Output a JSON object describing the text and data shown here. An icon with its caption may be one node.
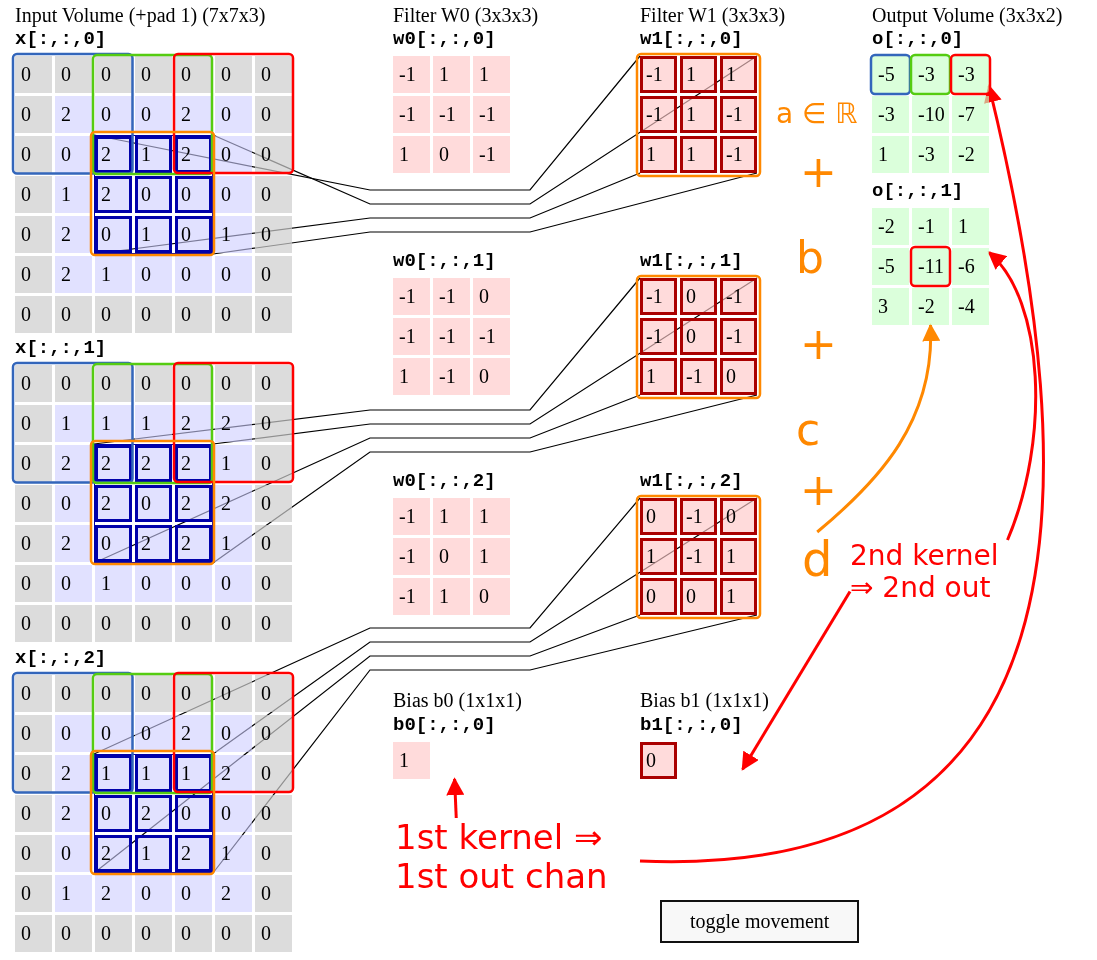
{
  "diagram": {
    "nodes": [
      {
        "text": [
          "x[:,:,0]",
          "0",
          "0",
          "0",
          "0",
          "0",
          "0",
          "0",
          "0",
          "2",
          "0",
          "0",
          "2",
          "0",
          "0",
          "0",
          "0",
          "0",
          "0",
          "0",
          "1",
          "0",
          "0",
          "0",
          "2",
          "1",
          "0",
          "0",
          "2",
          "1",
          "0",
          "0",
          "0",
          "0",
          "0",
          "0",
          "0",
          "0",
          "0",
          "0",
          "0"
        ]
      },
      {
        "text": [
          "2",
          "1",
          "2",
          "2",
          "0",
          "0",
          "0",
          "1",
          "0"
        ],
        "in": 0
      },
      {
        "text": [
          "x[:,:,1]",
          "0",
          "0",
          "0",
          "0",
          "0",
          "0",
          "0",
          "0",
          "1",
          "1",
          "1",
          "2",
          "2",
          "0",
          "0",
          "2",
          "1",
          "0",
          "0",
          "0",
          "2",
          "0",
          "0",
          "2",
          "1",
          "0",
          "0",
          "0",
          "1",
          "0",
          "0",
          "0",
          "0",
          "0",
          "0",
          "0",
          "0",
          "0",
          "0",
          "0"
        ]
      },
      {
        "text": [
          "2",
          "2",
          "2",
          "2",
          "0",
          "2",
          "0",
          "2",
          "2"
        ],
        "in": 2
      },
      {
        "text": [
          "x[:,:,2]",
          "0",
          "0",
          "0",
          "0",
          "0",
          "0",
          "0",
          "0",
          "0",
          "0",
          "0",
          "2",
          "0",
          "0",
          "0",
          "2",
          "2",
          "0",
          "0",
          "2",
          "0",
          "0",
          "0",
          "0",
          "1",
          "0",
          "0",
          "1",
          "2",
          "0",
          "0",
          "2",
          "0",
          "0",
          "0",
          "0",
          "0",
          "0",
          "0",
          "0"
        ]
      },
      {
        "text": [
          "1",
          "1",
          "1",
          "0",
          "2",
          "0",
          "2",
          "1",
          "2"
        ],
        "in": 4
      },
      {
        "text": [
          "w0[:,:,0]",
          "-1",
          "1",
          "1",
          "-1",
          "-1",
          "-1",
          "1",
          "0",
          "-1"
        ]
      },
      {
        "text": [
          "w0[:,:,1]",
          "-1",
          "-1",
          "0",
          "-1",
          "-1",
          "-1",
          "1",
          "-1",
          "0"
        ]
      },
      {
        "text": [
          "w0[:,:,2]",
          "-1",
          "1",
          "1",
          "-1",
          "0",
          "1",
          "-1",
          "1",
          "0"
        ]
      },
      {
        "text": [
          "b0[:,:,0]",
          "1"
        ]
      },
      {
        "text": [
          "w1[:,:,0]",
          "-1",
          "1",
          "1",
          "-1",
          "1",
          "-1",
          "1",
          "1",
          "-1"
        ]
      },
      {
        "text": [
          "w1[:,:,1]",
          "-1",
          "0",
          "-1",
          "-1",
          "0",
          "-1",
          "1",
          "-1",
          "0"
        ]
      },
      {
        "text": [
          "w1[:,:,2]",
          "0",
          "-1",
          "0",
          "1",
          "-1",
          "1",
          "0",
          "0",
          "1"
        ]
      },
      {
        "text": [
          "b1[:,:,0]",
          "0"
        ]
      },
      {
        "text": [
          "o[:,:,0]",
          "-5",
          "-3",
          "-3",
          "-3",
          "-10",
          "-7",
          "1",
          "-3",
          "-2"
        ]
      },
      {
        "text": [
          "o[:,:,1]",
          "-2",
          "-1",
          "1",
          "-5",
          "-11",
          "-6",
          "3",
          "-2",
          "-4"
        ]
      },
      {
        "text": [
          "d"
        ]
      },
      {
        "text": [
          "1st kernel ⇒ 1st out chan"
        ]
      },
      {
        "text": [
          "2nd kernel ⇒ 2nd out"
        ]
      }
    ],
    "edges": [
      {
        "from": 1,
        "to": 10,
        "arrow": "none"
      },
      {
        "from": 1,
        "to": 10,
        "arrow": "none"
      },
      {
        "from": 1,
        "to": 10,
        "arrow": "none"
      },
      {
        "from": 1,
        "to": 10,
        "arrow": "none"
      },
      {
        "from": 3,
        "to": 11,
        "arrow": "none"
      },
      {
        "from": 3,
        "to": 11,
        "arrow": "none"
      },
      {
        "from": 3,
        "to": 11,
        "arrow": "none"
      },
      {
        "from": 3,
        "to": 11,
        "arrow": "none"
      },
      {
        "from": 5,
        "to": 12,
        "arrow": "none"
      },
      {
        "from": 5,
        "to": 12,
        "arrow": "none"
      },
      {
        "from": 5,
        "to": 12,
        "arrow": "none"
      },
      {
        "from": 5,
        "to": 12,
        "arrow": "none"
      },
      {
        "from": 16,
        "to": 15,
        "arrow": "to",
        "style": "thick",
        "color": "#ff8800"
      },
      {
        "from": 17,
        "to": 9,
        "arrow": "to",
        "style": "thick",
        "color": "#ff0000"
      },
      {
        "from": 17,
        "to": 14,
        "arrow": "to",
        "style": "thick",
        "color": "#ff0000"
      },
      {
        "from": 18,
        "to": 13,
        "arrow": "to",
        "style": "thick",
        "color": "#ff0000"
      },
      {
        "from": 18,
        "to": 15,
        "arrow": "to",
        "style": "thick",
        "color": "#ff0000"
      }
    ],
    "labels": [
      "Input Volume (+pad 1) (7x7x3)",
      "Filter W0 (3x3x3)",
      "Filter W1 (3x3x3)",
      "Output Volume (3x3x2)",
      "a ∈ ℝ",
      "+",
      "b",
      "+",
      "c",
      "+",
      "Bias b0 (1x1x1)",
      "Bias b1 (1x1x1)",
      "toggle movement"
    ]
  }
}
